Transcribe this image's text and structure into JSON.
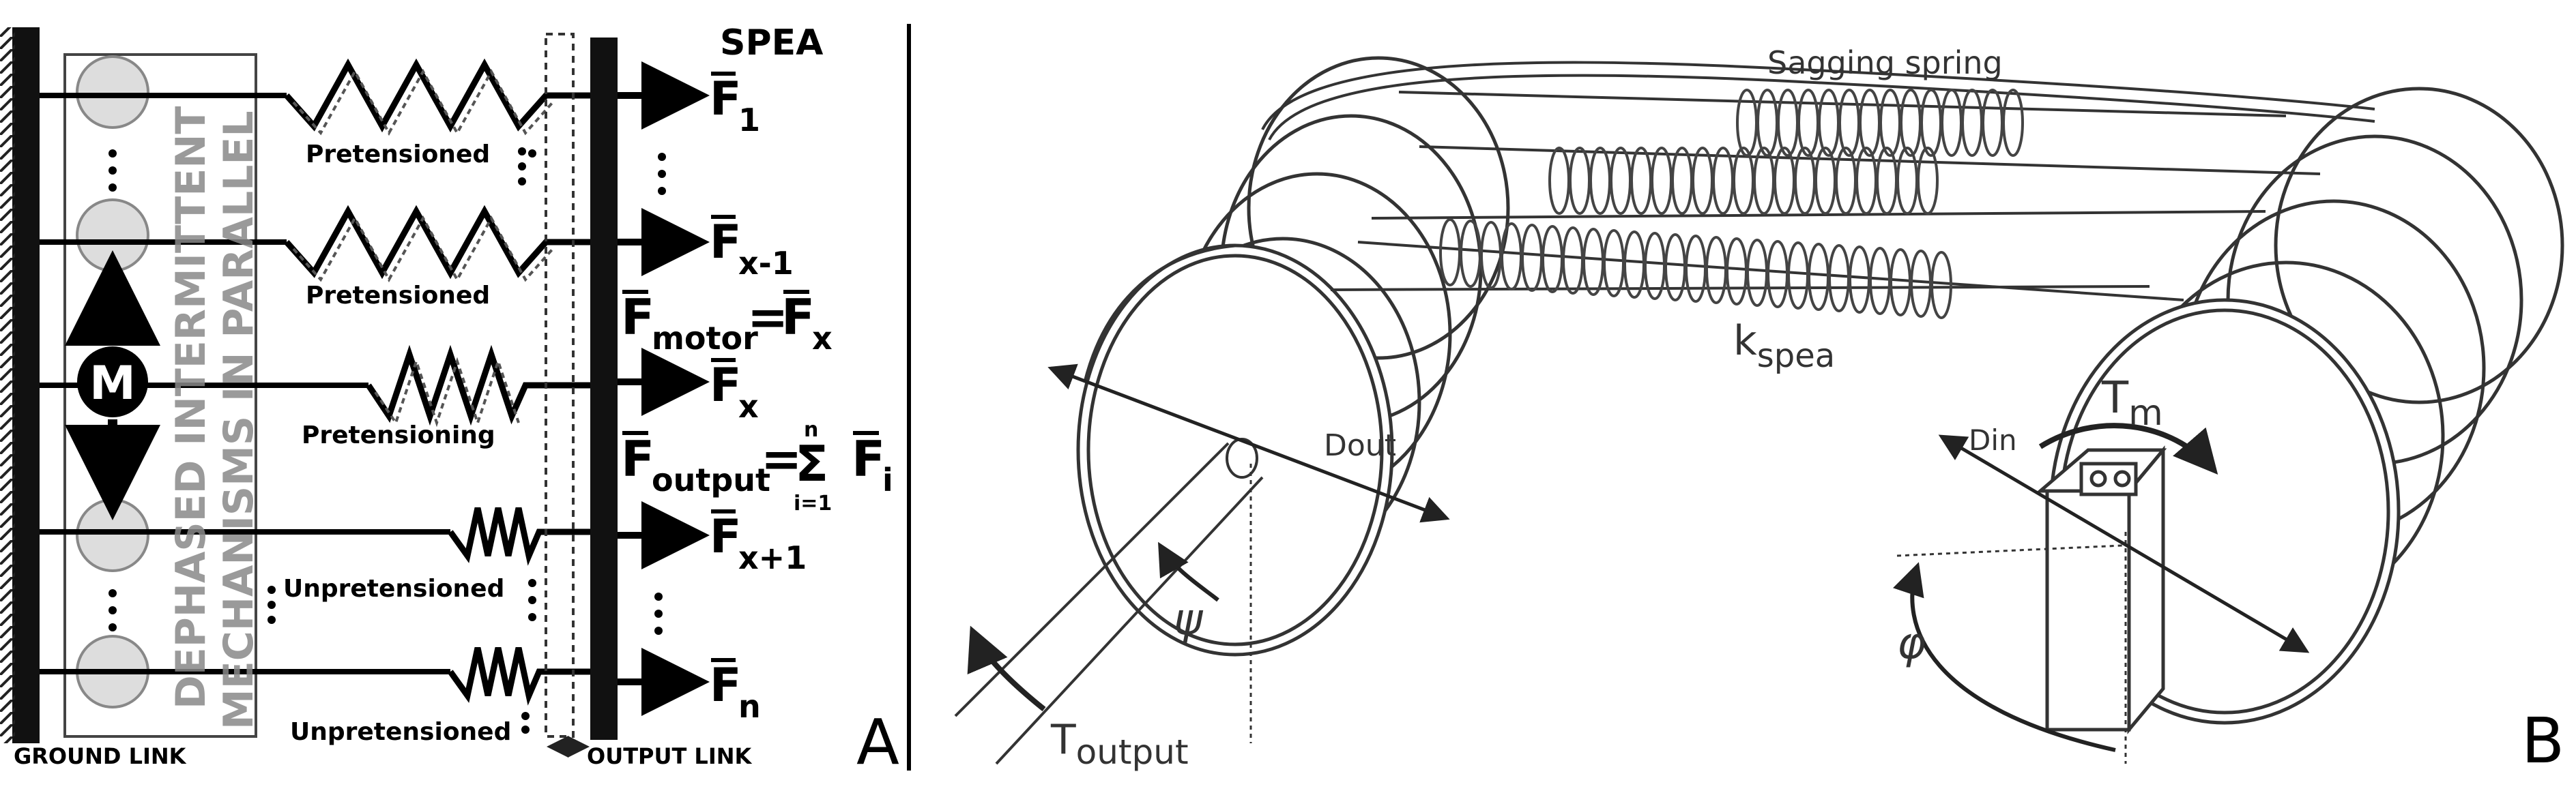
{
  "panel_a": {
    "title": "SPEA",
    "vertical_text_1": "DEPHASED INTERMITTENT",
    "vertical_text_2": "MECHANISMS IN PARALLEL",
    "motor_letter": "M",
    "ground_link": "GROUND LINK",
    "output_link": "OUTPUT LINK",
    "panel_letter": "A",
    "rows": [
      {
        "label": "Pretensioned",
        "force_base": "F",
        "force_sub": "1"
      },
      {
        "label": "Pretensioned",
        "force_base": "F",
        "force_sub": "x-1"
      },
      {
        "label": "Pretensioning",
        "force_base": "F",
        "force_sub": "x"
      },
      {
        "label": "Unpretensioned",
        "force_base": "F",
        "force_sub": "x+1"
      },
      {
        "label": "Unpretensioned",
        "force_base": "F",
        "force_sub": "n"
      }
    ],
    "eq_motor": {
      "lhs": "F",
      "lhs_sub": "motor",
      "equals": "=",
      "rhs": "F",
      "rhs_sub": "x"
    },
    "eq_output": {
      "lhs": "F",
      "lhs_sub": "output",
      "equals": "=",
      "sum": "Σ",
      "sum_top": "n",
      "sum_bottom": "i=1",
      "rhs": "F",
      "rhs_sub": "i"
    }
  },
  "panel_b": {
    "sagging_spring": "Sagging spring",
    "k_spea": "k",
    "k_spea_sub": "spea",
    "dout": "Dout",
    "din": "Din",
    "tm": "T",
    "tm_sub": "m",
    "psi": "ψ",
    "phi": "φ",
    "t_output": "T",
    "t_output_sub": "output",
    "panel_letter": "B"
  }
}
